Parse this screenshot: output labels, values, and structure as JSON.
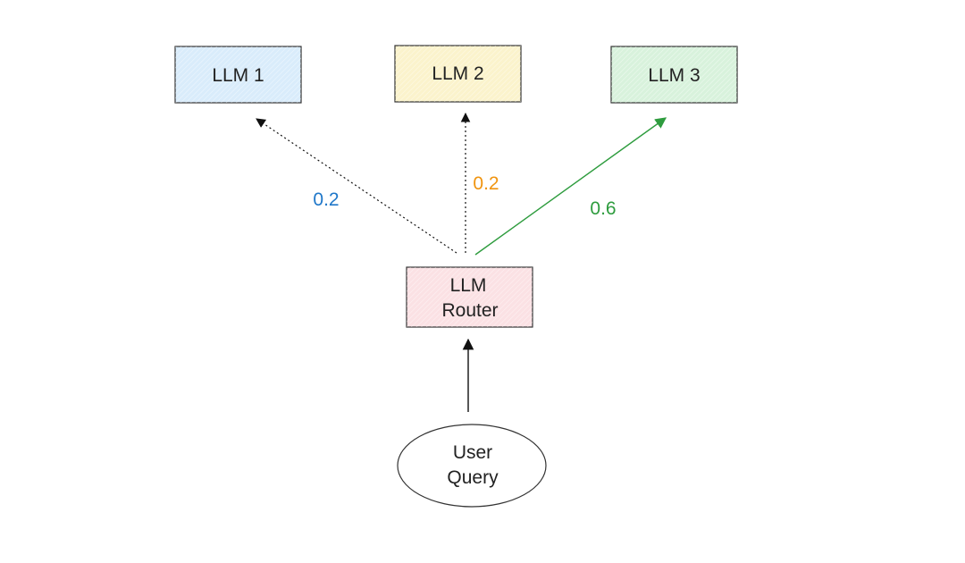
{
  "nodes": {
    "llm1": {
      "label": "LLM 1",
      "fill": "#d9ecfb"
    },
    "llm2": {
      "label": "LLM 2",
      "fill": "#fbf3cc"
    },
    "llm3": {
      "label": "LLM 3",
      "fill": "#d8f2dc"
    },
    "router": {
      "label_line1": "LLM",
      "label_line2": "Router",
      "fill": "#fbe1e4"
    },
    "query": {
      "label_line1": "User",
      "label_line2": "Query",
      "fill": "#ffffff"
    }
  },
  "edges": {
    "to_llm1": {
      "weight": "0.2",
      "color": "#1f77c9",
      "style": "dotted"
    },
    "to_llm2": {
      "weight": "0.2",
      "color": "#f0940f",
      "style": "dotted"
    },
    "to_llm3": {
      "weight": "0.6",
      "color": "#2e9c3e",
      "style": "solid"
    },
    "query_to_router": {
      "color": "#111111",
      "style": "solid"
    }
  }
}
